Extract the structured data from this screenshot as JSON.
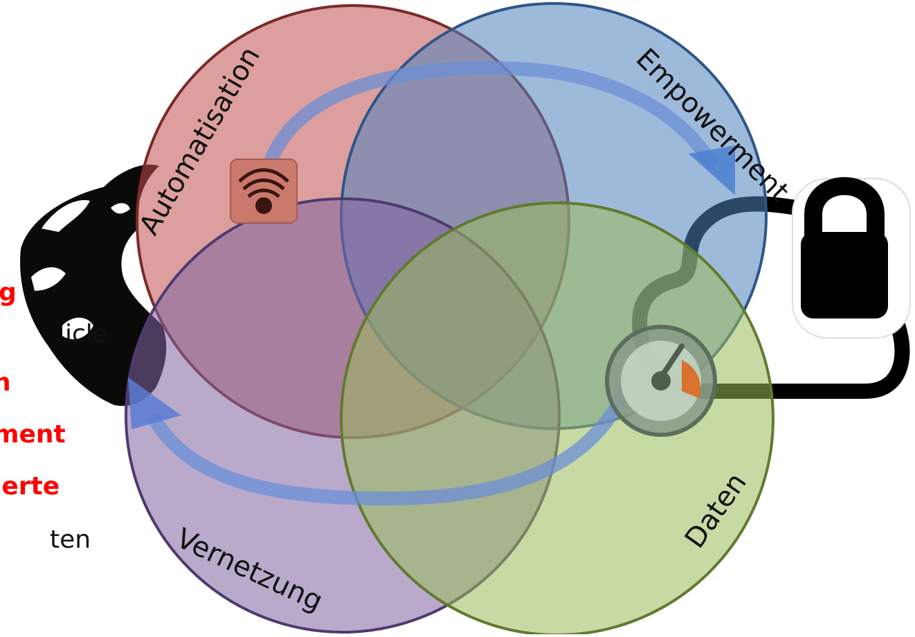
{
  "diagram": {
    "circles": [
      {
        "label": "Automatisation",
        "fill": "#c0504d",
        "stroke": "#7a2a28"
      },
      {
        "label": "Empowerment",
        "fill": "#4f81bd",
        "stroke": "#2d5589"
      },
      {
        "label": "Vernetzung",
        "fill": "#8064a2",
        "stroke": "#4e3a6e"
      },
      {
        "label": "Daten",
        "fill": "#9bbb59",
        "stroke": "#617a2e"
      }
    ]
  },
  "left_text": {
    "lines": [
      {
        "text": "g",
        "style": "red"
      },
      {
        "text": "icle",
        "style": "black"
      },
      {
        "text": "n",
        "style": "red"
      },
      {
        "text": "ment",
        "style": "red"
      },
      {
        "text": "ierte",
        "style": "red"
      },
      {
        "text": "ten",
        "style": "black"
      }
    ]
  },
  "icons": [
    "globe-icon",
    "wifi-icon",
    "lock-icon",
    "gauge-icon"
  ]
}
